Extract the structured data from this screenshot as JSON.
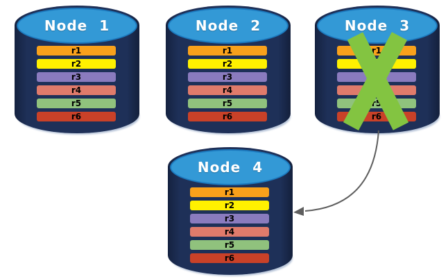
{
  "diagram": {
    "description": "Database replication diagram: rows r1-r6 replicated across four nodes; Node 3 has failed and traffic is redirected to Node 4"
  },
  "colors": {
    "background": "#FFFFFF",
    "cylinder_body": "#1B2B4E",
    "cylinder_cap": "#3399D6",
    "cylinder_cap_border": "#1C79BE",
    "node_label_text": "#FFFFFF",
    "row_label_text": "#000000",
    "failure_x": "#83C441",
    "arrow": "#5E5E5E"
  },
  "nodes": [
    {
      "label": "Node 1",
      "status": "active",
      "rows": [
        {
          "label": "r1",
          "color": "#F9A11B"
        },
        {
          "label": "r2",
          "color": "#FFF100"
        },
        {
          "label": "r3",
          "color": "#8A7BBE"
        },
        {
          "label": "r4",
          "color": "#E07B6B"
        },
        {
          "label": "r5",
          "color": "#90C27D"
        },
        {
          "label": "r6",
          "color": "#C94128"
        }
      ]
    },
    {
      "label": "Node 2",
      "status": "active",
      "rows": [
        {
          "label": "r1",
          "color": "#F9A11B"
        },
        {
          "label": "r2",
          "color": "#FFF100"
        },
        {
          "label": "r3",
          "color": "#8A7BBE"
        },
        {
          "label": "r4",
          "color": "#E07B6B"
        },
        {
          "label": "r5",
          "color": "#90C27D"
        },
        {
          "label": "r6",
          "color": "#C94128"
        }
      ]
    },
    {
      "label": "Node 3",
      "status": "failed",
      "rows": [
        {
          "label": "r1",
          "color": "#F9A11B"
        },
        {
          "label": "r2",
          "color": "#FFF100"
        },
        {
          "label": "r3",
          "color": "#8A7BBE"
        },
        {
          "label": "r4",
          "color": "#E07B6B"
        },
        {
          "label": "r5",
          "color": "#90C27D"
        },
        {
          "label": "r6",
          "color": "#C94128"
        }
      ]
    },
    {
      "label": "Node 4",
      "status": "active",
      "rows": [
        {
          "label": "r1",
          "color": "#F9A11B"
        },
        {
          "label": "r2",
          "color": "#FFF100"
        },
        {
          "label": "r3",
          "color": "#8A7BBE"
        },
        {
          "label": "r4",
          "color": "#E07B6B"
        },
        {
          "label": "r5",
          "color": "#90C27D"
        },
        {
          "label": "r6",
          "color": "#C94128"
        }
      ]
    }
  ],
  "failure_mark": {
    "node": "Node 3",
    "icon": "green-x"
  },
  "arrow": {
    "from": "Node 3",
    "to": "Node 4"
  }
}
